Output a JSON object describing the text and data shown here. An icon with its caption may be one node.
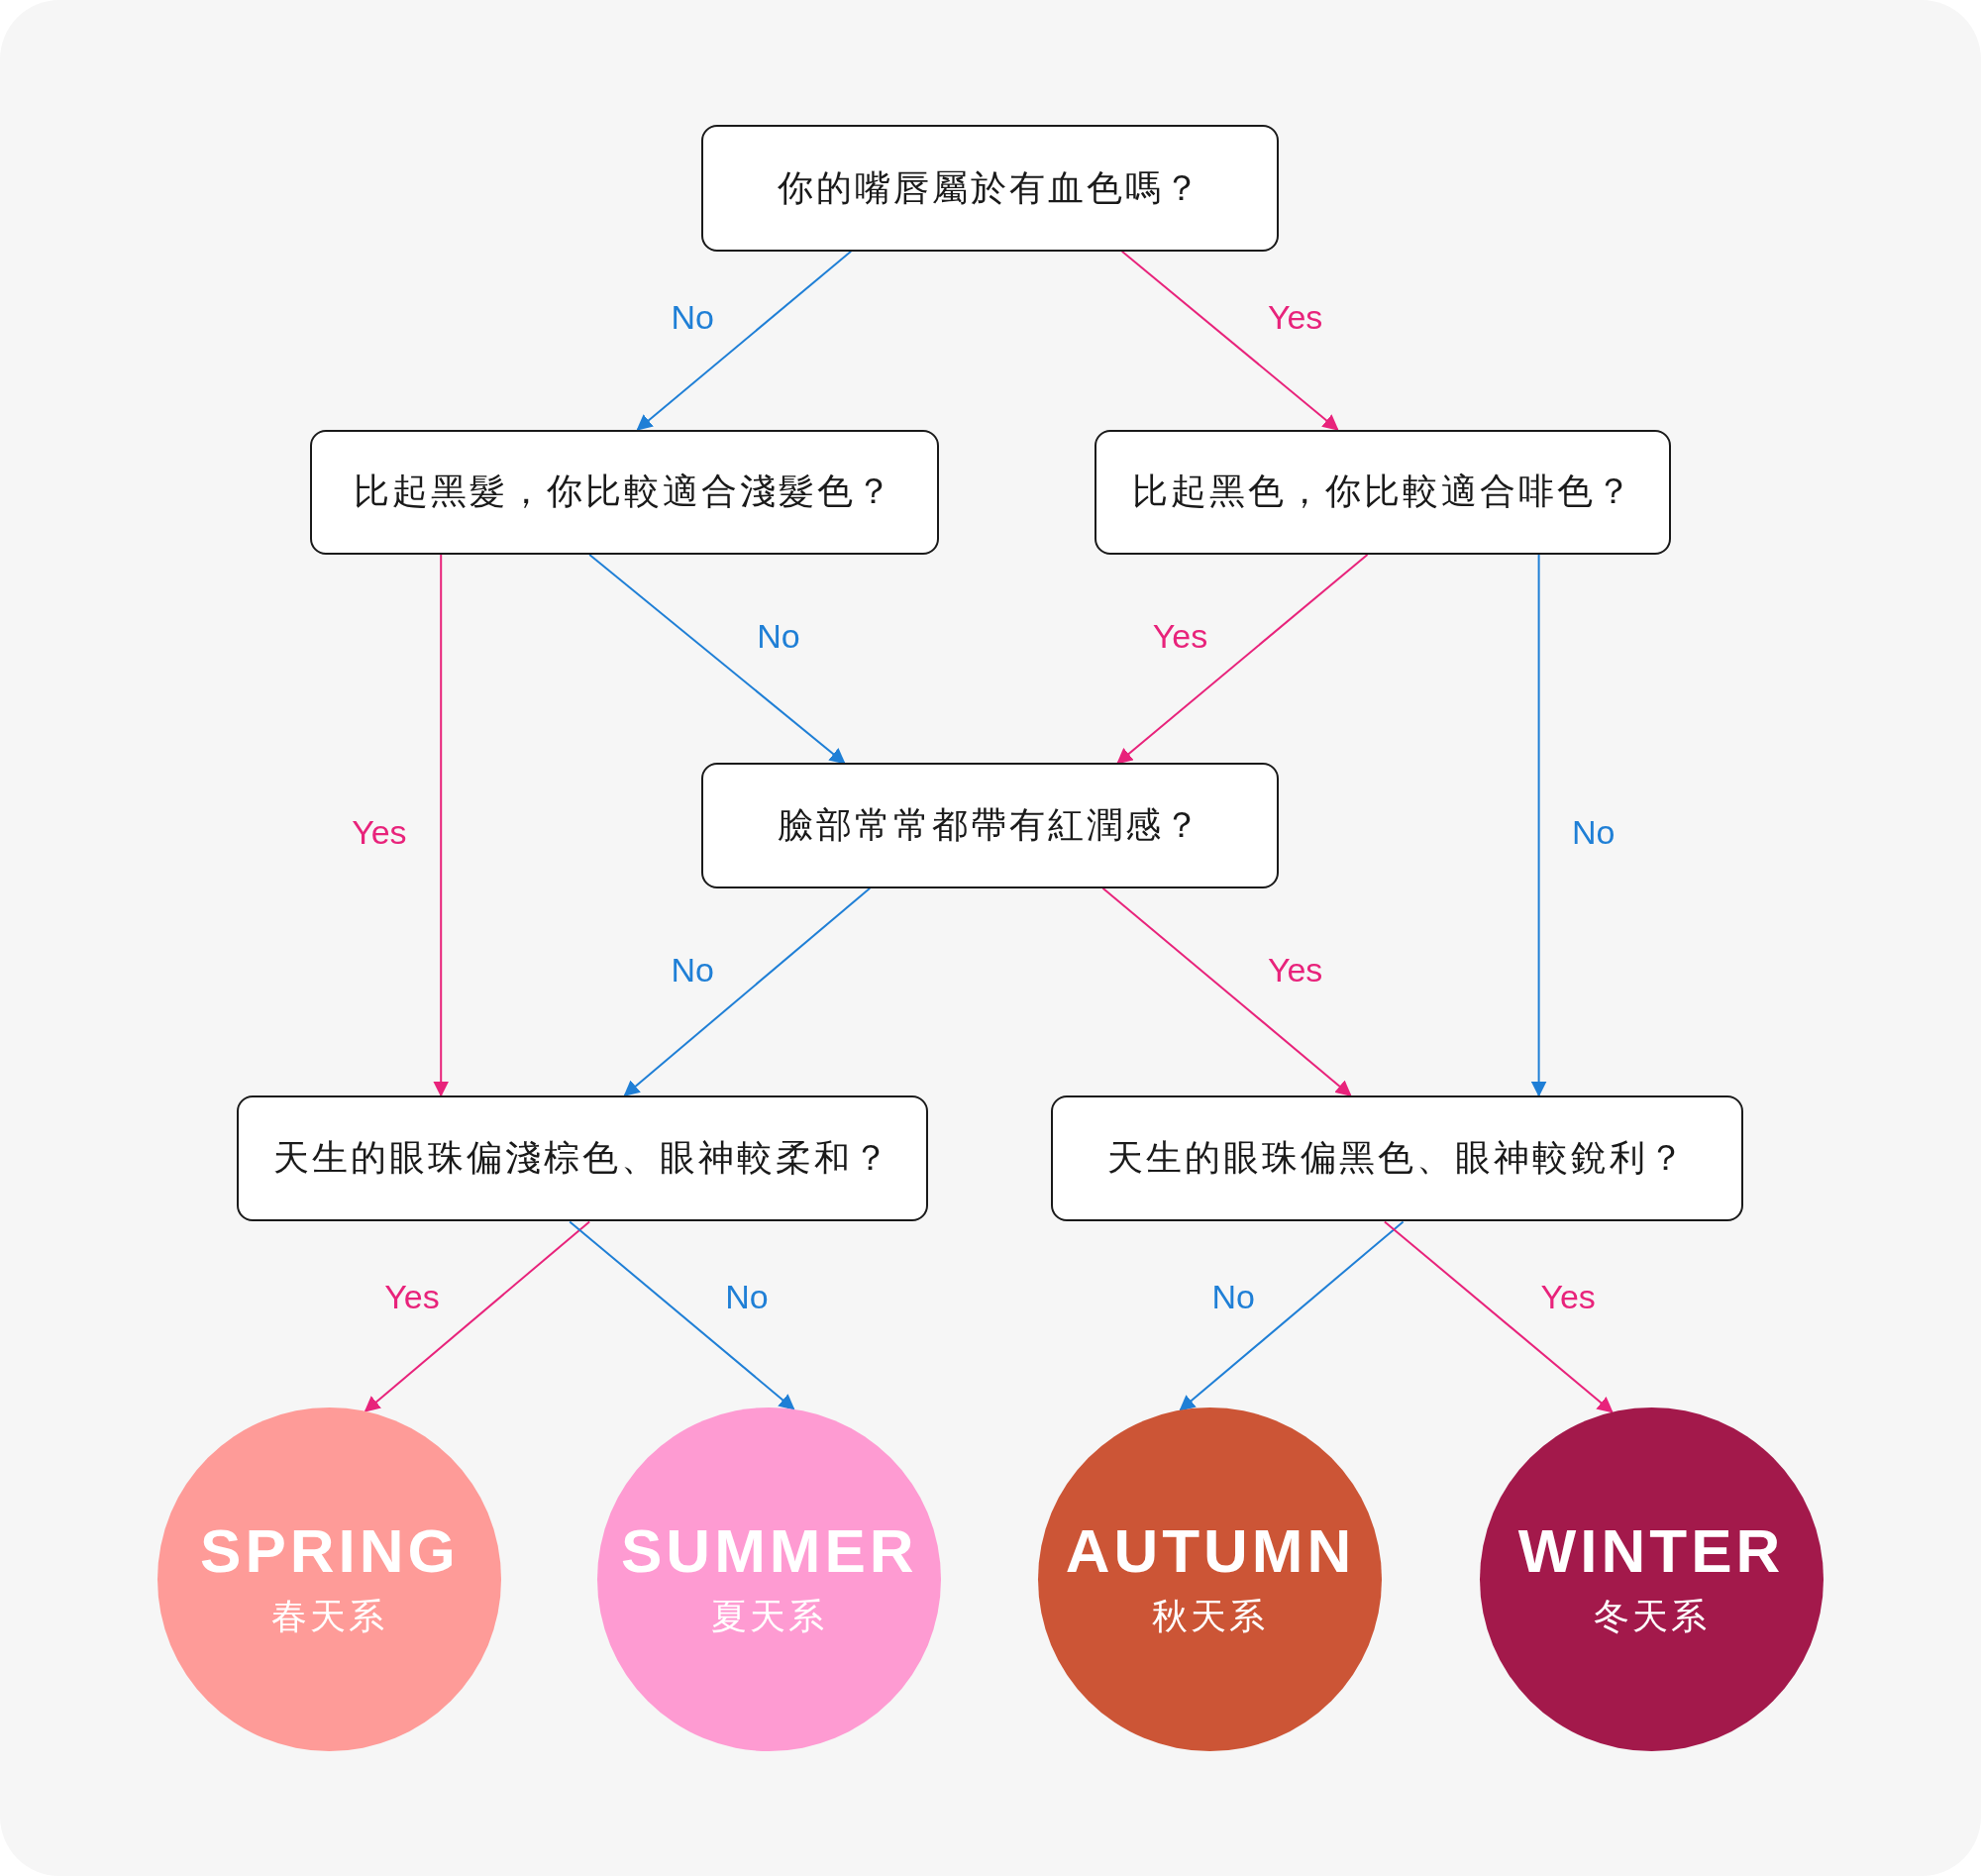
{
  "diagram": {
    "nodes": [
      {
        "text": [
          "你的嘴唇屬於有血色嗎？"
        ]
      },
      {
        "text": [
          "比起黑髮，你比較適合淺髮色？"
        ]
      },
      {
        "text": [
          "比起黑色，你比較適合啡色？"
        ]
      },
      {
        "text": [
          "臉部常常都帶有紅潤感？"
        ]
      },
      {
        "text": [
          "天生的眼珠偏淺棕色、眼神較柔和？"
        ]
      },
      {
        "text": [
          "天生的眼珠偏黑色、眼神較銳利？"
        ]
      },
      {
        "text": [
          "SPRING",
          "春天系"
        ]
      },
      {
        "text": [
          "SUMMER",
          "夏天系"
        ]
      },
      {
        "text": [
          "AUTUMN",
          "秋天系"
        ]
      },
      {
        "text": [
          "WINTER",
          "冬天系"
        ]
      }
    ],
    "edges": [
      {
        "from": 0,
        "to": 1,
        "arrow": "to",
        "label": "No",
        "color": "#1f7fd6"
      },
      {
        "from": 0,
        "to": 2,
        "arrow": "to",
        "label": "Yes",
        "color": "#e8237b"
      },
      {
        "from": 1,
        "to": 4,
        "arrow": "to",
        "label": "Yes",
        "color": "#e8237b"
      },
      {
        "from": 1,
        "to": 3,
        "arrow": "to",
        "label": "No",
        "color": "#1f7fd6"
      },
      {
        "from": 2,
        "to": 3,
        "arrow": "to",
        "label": "Yes",
        "color": "#e8237b"
      },
      {
        "from": 2,
        "to": 5,
        "arrow": "to",
        "label": "No",
        "color": "#1f7fd6"
      },
      {
        "from": 3,
        "to": 4,
        "arrow": "to",
        "label": "No",
        "color": "#1f7fd6"
      },
      {
        "from": 3,
        "to": 5,
        "arrow": "to",
        "label": "Yes",
        "color": "#e8237b"
      },
      {
        "from": 4,
        "to": 6,
        "arrow": "to",
        "label": "Yes",
        "color": "#e8237b"
      },
      {
        "from": 4,
        "to": 7,
        "arrow": "to",
        "label": "No",
        "color": "#1f7fd6"
      },
      {
        "from": 5,
        "to": 8,
        "arrow": "to",
        "label": "No",
        "color": "#1f7fd6"
      },
      {
        "from": 5,
        "to": 9,
        "arrow": "to",
        "label": "Yes",
        "color": "#e8237b"
      }
    ]
  }
}
